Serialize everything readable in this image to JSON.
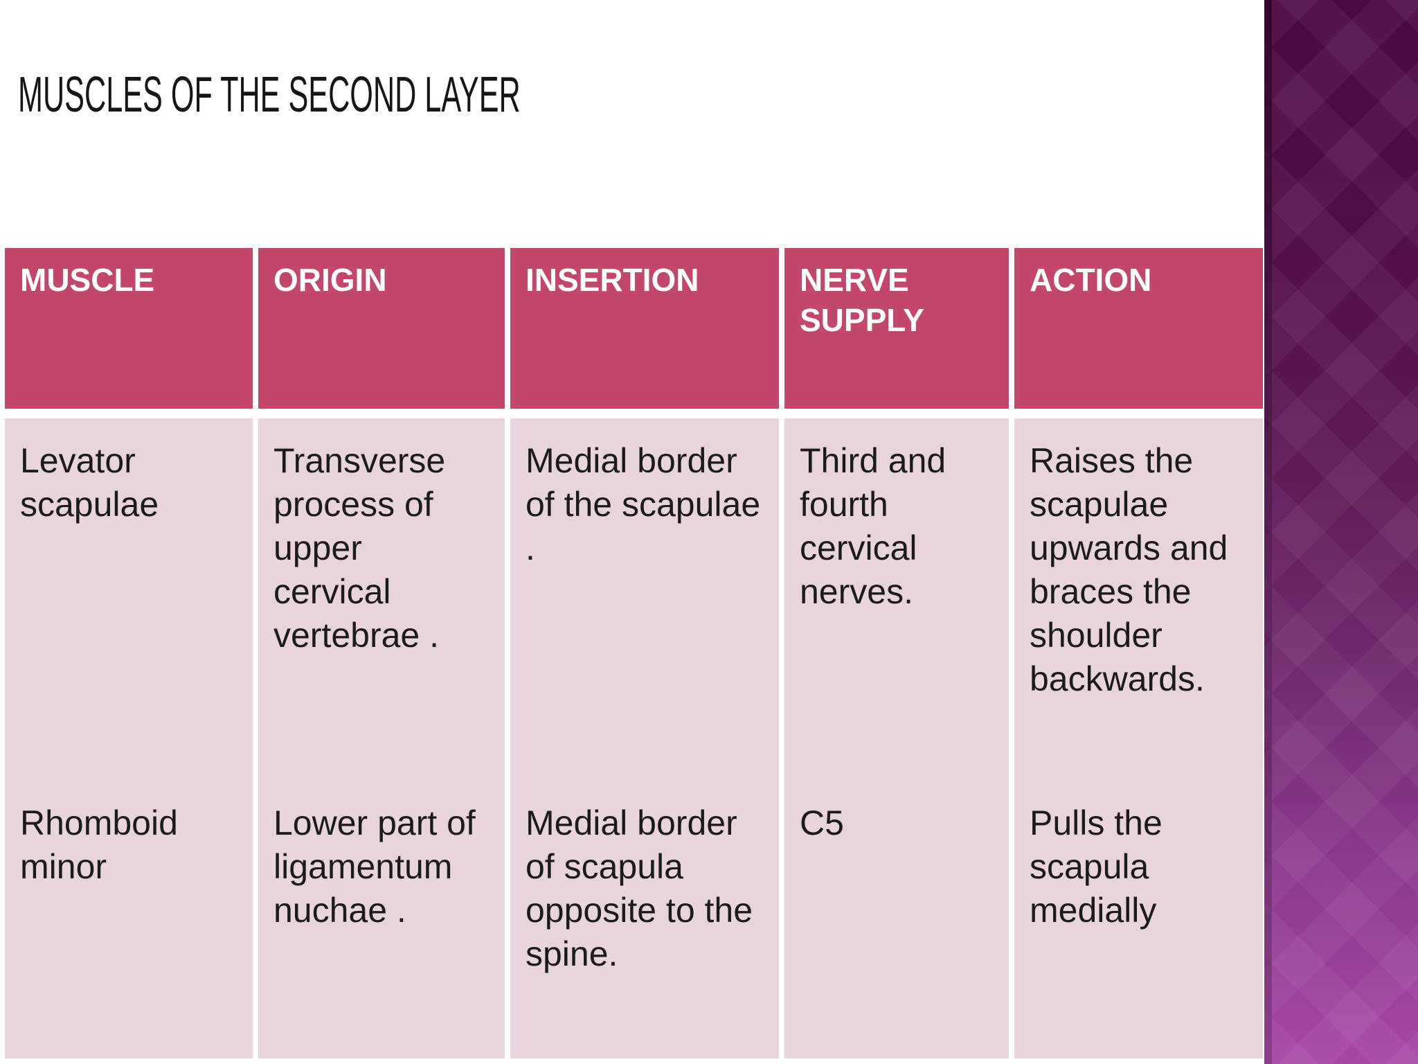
{
  "slide": {
    "title": "MUSCLES OF THE SECOND LAYER"
  },
  "table": {
    "headers": [
      "MUSCLE",
      "ORIGIN",
      "INSERTION",
      "NERVE\nSUPPLY",
      "ACTION"
    ],
    "rows": [
      {
        "muscle": "Levator\n scapulae",
        "origin": "Transverse\nprocess of\nupper\ncervical\nvertebrae .",
        "insertion": "Medial border\nof the scapulae\n.",
        "nerve_supply": "Third and\nfourth\ncervical\nnerves.",
        "action": "Raises the\nscapulae\nupwards and\nbraces the\nshoulder\nbackwards."
      },
      {
        "muscle": "Rhomboid\nminor",
        "origin": "Lower part of\nligamentum\nnuchae .",
        "insertion": "Medial border\nof scapula\nopposite to the\nspine.",
        "nerve_supply": "C5",
        "action": "Pulls the\nscapula\nmedially"
      }
    ]
  },
  "colors": {
    "header_bg": "#c2476b",
    "header_text": "#ffffff",
    "body_bg": "#e9d4dd",
    "body_text": "#1b1b1b",
    "sidebar_top": "#4a0a43",
    "sidebar_bottom": "#a847a5"
  }
}
